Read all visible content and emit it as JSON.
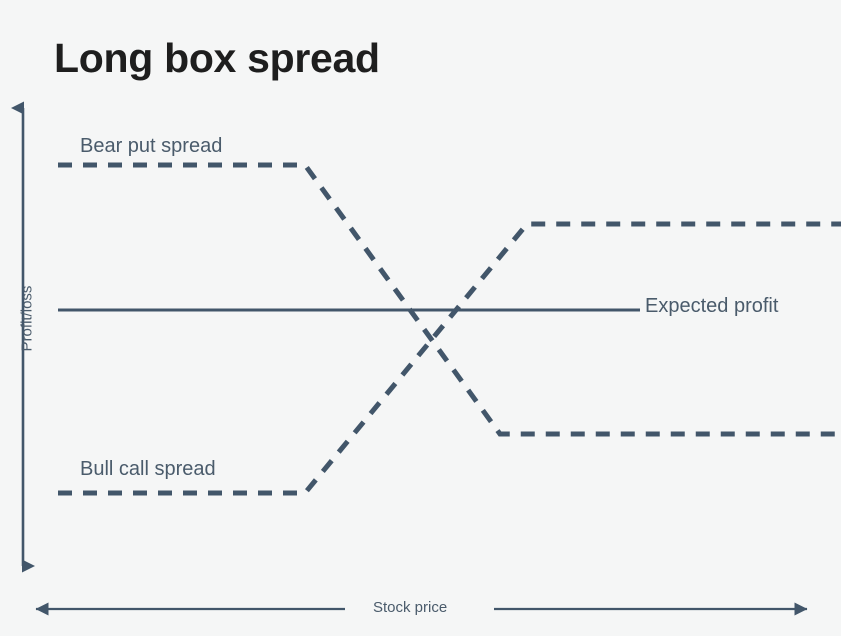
{
  "title": "Long box spread",
  "colors": {
    "background": "#f5f6f6",
    "title": "#1e1e1e",
    "line": "#42566a",
    "label": "#4a5b6b"
  },
  "axes": {
    "x_label": "Stock price",
    "y_label": "Profit/loss"
  },
  "labels": {
    "bear_put_spread": "Bear put spread",
    "bull_call_spread": "Bull call spread",
    "expected_profit": "Expected profit"
  },
  "chart_data": {
    "type": "line",
    "title": "Long box spread",
    "xlabel": "Stock price",
    "ylabel": "Profit/loss",
    "xlim": [
      0,
      100
    ],
    "ylim": [
      -100,
      100
    ],
    "grid": false,
    "legend": "inline-annotations",
    "axis_style": "double-headed arrows, no tick labels",
    "annotations": [
      {
        "text": "Bear put spread",
        "x": 5,
        "y": 66,
        "anchor": "left"
      },
      {
        "text": "Bull call spread",
        "x": 5,
        "y": -48,
        "anchor": "left"
      },
      {
        "text": "Expected profit",
        "x": 78,
        "y": 0,
        "anchor": "left"
      }
    ],
    "series": [
      {
        "name": "Bear put spread",
        "style": "dashed",
        "color": "#42566a",
        "points": [
          {
            "x": 0,
            "y": 58
          },
          {
            "x": 32,
            "y": 58
          },
          {
            "x": 61,
            "y": -31
          },
          {
            "x": 100,
            "y": -31
          }
        ]
      },
      {
        "name": "Bull call spread",
        "style": "dashed",
        "color": "#42566a",
        "points": [
          {
            "x": 0,
            "y": -58
          },
          {
            "x": 32,
            "y": -58
          },
          {
            "x": 61,
            "y": 31
          },
          {
            "x": 100,
            "y": 31
          }
        ]
      },
      {
        "name": "Expected profit",
        "style": "solid",
        "color": "#42566a",
        "points": [
          {
            "x": 0,
            "y": 0
          },
          {
            "x": 75,
            "y": 0
          }
        ]
      }
    ]
  }
}
